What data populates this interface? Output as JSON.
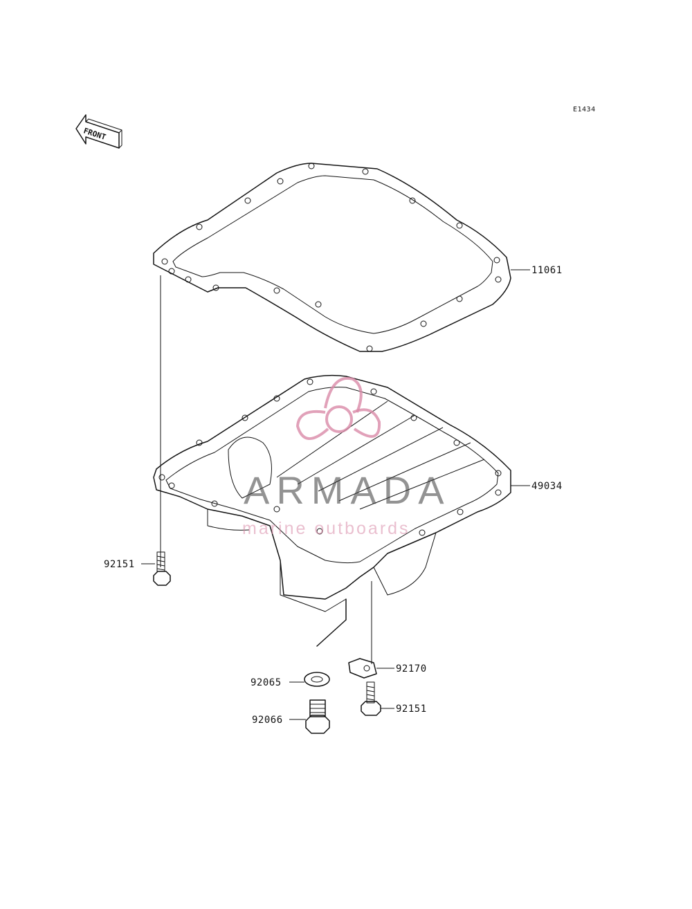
{
  "diagram": {
    "code": "E1434",
    "front_label": "FRONT",
    "parts": [
      {
        "id": "gasket",
        "number": "11061"
      },
      {
        "id": "oil-pan",
        "number": "49034"
      },
      {
        "id": "bolt-left",
        "number": "92151"
      },
      {
        "id": "clamp",
        "number": "92170"
      },
      {
        "id": "washer",
        "number": "92065"
      },
      {
        "id": "bolt-right",
        "number": "92151"
      },
      {
        "id": "drain-plug",
        "number": "92066"
      }
    ]
  },
  "watermark": {
    "brand": "ARMADA",
    "tagline": "marine outboards",
    "color_text": "#3a3a3a",
    "color_logo": "#d98aa8"
  }
}
